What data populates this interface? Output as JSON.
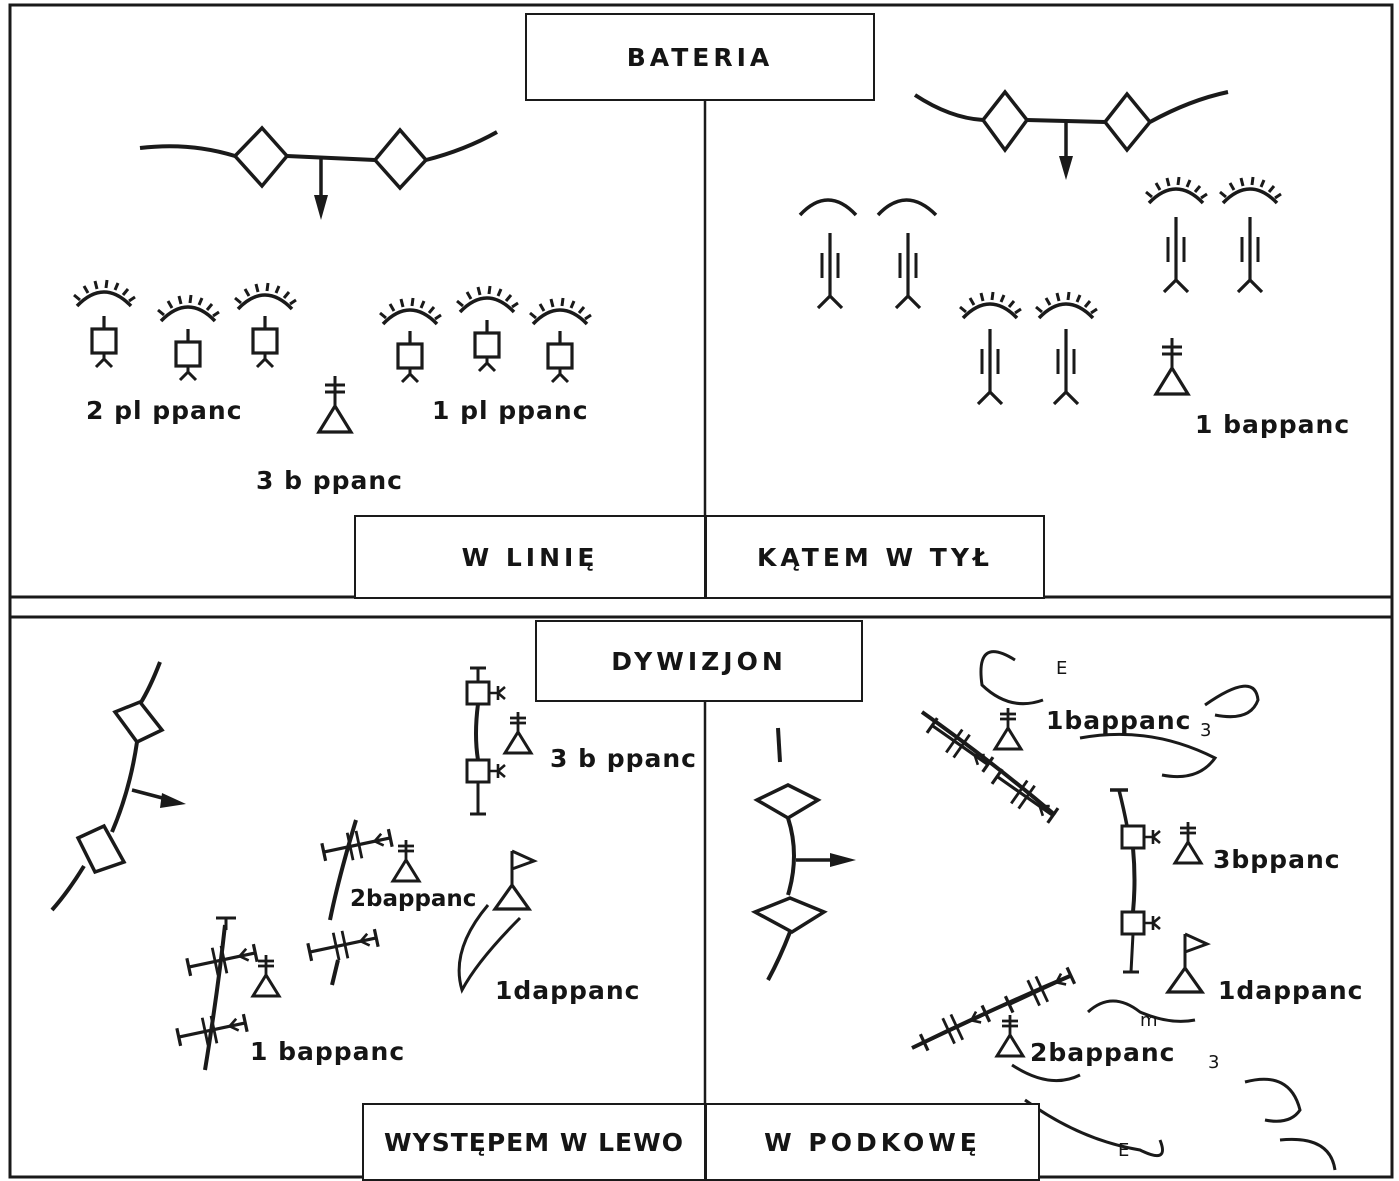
{
  "sections": {
    "top": {
      "title": "BATERIA",
      "left_caption": "W LINIĘ",
      "right_caption": "KĄTEM W TYŁ",
      "left_units": [
        "2 pl ppanc",
        "1 pl ppanc",
        "3 b ppanc"
      ],
      "right_units": [
        "1 bappanc"
      ]
    },
    "bottom": {
      "title": "DYWIZJON",
      "left_caption": "WYSTĘPEM W LEWO",
      "right_caption": "W PODKOWĘ",
      "left_units": [
        "3 b ppanc",
        "2bappanc",
        "1dappanc",
        "1 bappanc"
      ],
      "right_units": [
        "1bappanc",
        "3bppanc",
        "1dappanc",
        "2bappanc"
      ],
      "route_marks": [
        "E",
        "3",
        "m",
        "E",
        "3"
      ]
    }
  },
  "colors": {
    "ink": "#1a1a1a",
    "paper": "#ffffff"
  }
}
